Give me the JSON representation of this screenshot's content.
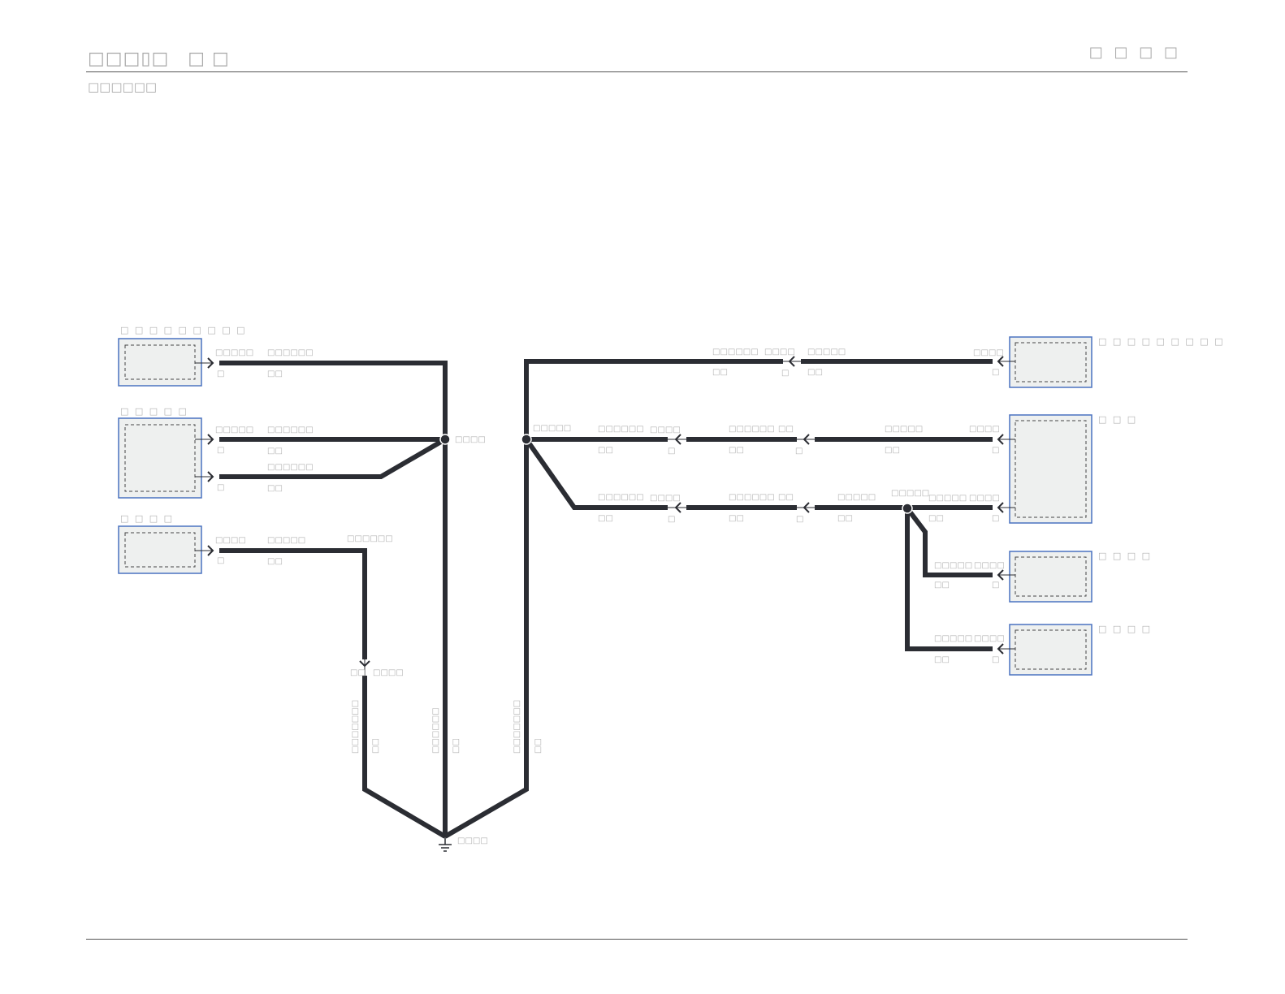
{
  "header": {
    "title": "□□□▯□　□ □",
    "right": "□ □ □ □",
    "subtitle": "□□□□□□"
  },
  "components": [
    {
      "id": "c1",
      "label": "□ □ □ □ □ □ □ □ □"
    },
    {
      "id": "c2",
      "label": "□ □ □ □ □"
    },
    {
      "id": "c3",
      "label": "□ □ □ □"
    },
    {
      "id": "c4",
      "label": "□ □ □ □ □ □ □ □ □"
    },
    {
      "id": "c5",
      "label": "□ □ □"
    },
    {
      "id": "c6",
      "label": "□ □ □ □"
    },
    {
      "id": "c7",
      "label": "□ □ □ □"
    }
  ],
  "labels": {
    "l1": "□□□□□",
    "l2": "□□□□□□",
    "l3": "□□",
    "l4": "□",
    "l5": "□□□□□",
    "l6": "□□□□□□",
    "l7": "□□",
    "l8": "□",
    "l9": "□□□□□□",
    "l10": "□□",
    "l11": "□",
    "l12": "□□□□",
    "l13": "□□□□□",
    "l14": "□□",
    "l15": "□",
    "l16": "□□□□□□",
    "l17": "□□□□",
    "l18": "□□",
    "l19": "□□□□",
    "l20": "□□□□□□□",
    "l21": "□□",
    "l22": "□□□□□□",
    "l23": "□□",
    "l24": "□□□□□□□",
    "l25": "□□",
    "l26": "□□□□",
    "l27": "□□□□□□",
    "l28": "□□",
    "l29": "□□□□",
    "l30": "□",
    "l31": "□□□□□",
    "l32": "□□",
    "l33": "□□□□",
    "l34": "□",
    "l35": "□□□□□",
    "l36": "□□□□□□",
    "l37": "□□",
    "l38": "□□□□",
    "l39": "□",
    "l40": "□□□□□□",
    "l41": "□□",
    "l42": "□□",
    "l43": "□",
    "l44": "□□□□□",
    "l45": "□□",
    "l46": "□□□□",
    "l47": "□",
    "l48": "□□□□□□",
    "l49": "□□",
    "l50": "□□□□",
    "l51": "□",
    "l52": "□□□□□□",
    "l53": "□□",
    "l54": "□□",
    "l55": "□",
    "l56": "□□□□□",
    "l57": "□□",
    "l58": "□□□□□",
    "l59": "□□□□□",
    "l60": "□□",
    "l61": "□□□□",
    "l62": "□",
    "l63": "□□□□□",
    "l64": "□□□□",
    "l65": "□□",
    "l66": "□",
    "l67": "□□□□□",
    "l68": "□□□□",
    "l69": "□□",
    "l70": "□"
  },
  "colors": {
    "wire": "#2b2d33",
    "component_border": "#4a72c0",
    "component_fill": "#eef0ef"
  }
}
